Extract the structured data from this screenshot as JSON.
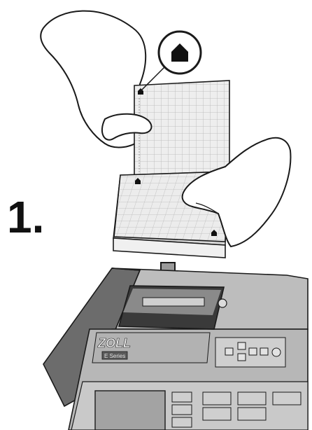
{
  "step": {
    "number_label": "1."
  },
  "device": {
    "brand_label": "ZOLL",
    "model_badge": "E Series"
  },
  "colors": {
    "ink": "#1a1a1a",
    "device_dark": "#6f6f6f",
    "device_mid": "#a7a7a7",
    "device_light": "#d9d9d9",
    "paper_grid": "#b9b9b9",
    "paper": "#e9e9e9"
  },
  "icons": {
    "callout": "home-marker-icon",
    "arrow": "down-arrow-icon"
  }
}
